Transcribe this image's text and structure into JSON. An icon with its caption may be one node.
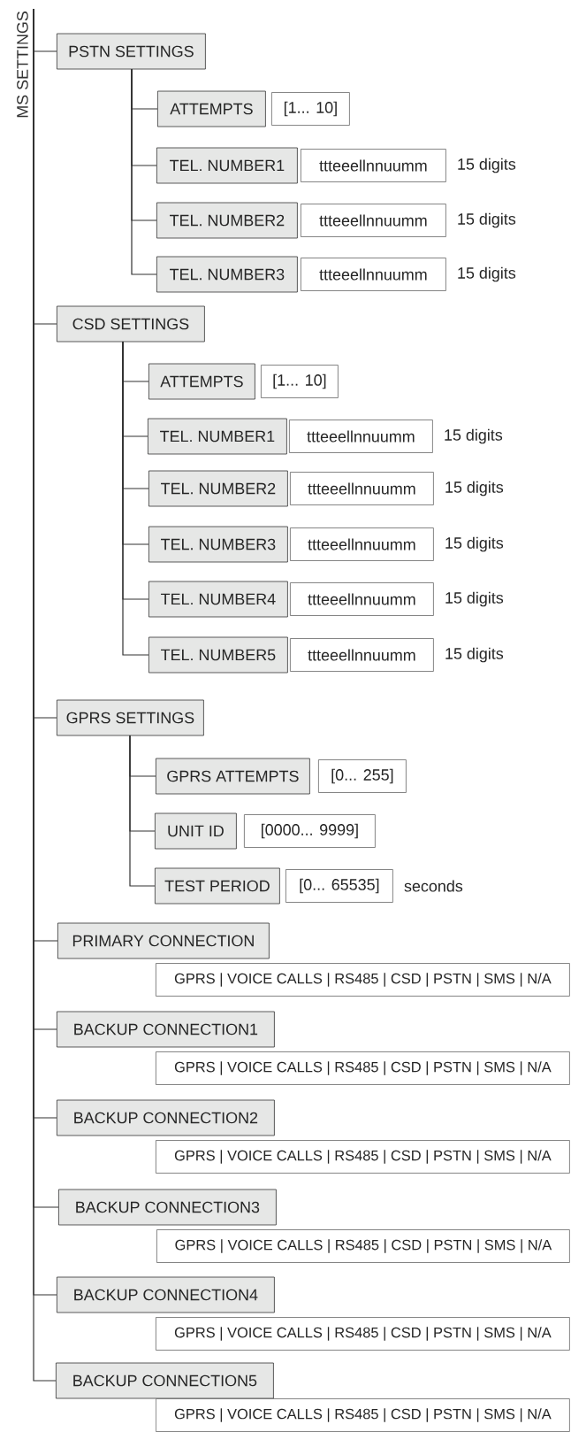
{
  "diagram": {
    "nodes": [
      {
        "text": [
          "MS SETTINGS"
        ]
      },
      {
        "text": [
          "PSTN SETTINGS"
        ]
      },
      {
        "text": [
          "ATTEMPTS"
        ]
      },
      {
        "text": [
          "[1... 10]"
        ]
      },
      {
        "text": [
          "TEL. NUMBER1"
        ]
      },
      {
        "text": [
          "ttteeellnnuumm"
        ],
        "beside": [
          "15 digits"
        ]
      },
      {
        "text": [
          "TEL. NUMBER2"
        ]
      },
      {
        "text": [
          "ttteeellnnuumm"
        ],
        "beside": [
          "15 digits"
        ]
      },
      {
        "text": [
          "TEL. NUMBER3"
        ]
      },
      {
        "text": [
          "ttteeellnnuumm"
        ],
        "beside": [
          "15 digits"
        ]
      },
      {
        "text": [
          "CSD SETTINGS"
        ]
      },
      {
        "text": [
          "ATTEMPTS"
        ]
      },
      {
        "text": [
          "[1... 10]"
        ]
      },
      {
        "text": [
          "TEL. NUMBER1"
        ]
      },
      {
        "text": [
          "ttteeellnnuumm"
        ],
        "beside": [
          "15 digits"
        ]
      },
      {
        "text": [
          "TEL. NUMBER2"
        ]
      },
      {
        "text": [
          "ttteeellnnuumm"
        ],
        "beside": [
          "15 digits"
        ]
      },
      {
        "text": [
          "TEL. NUMBER3"
        ]
      },
      {
        "text": [
          "ttteeellnnuumm"
        ],
        "beside": [
          "15 digits"
        ]
      },
      {
        "text": [
          "TEL. NUMBER4"
        ]
      },
      {
        "text": [
          "ttteeellnnuumm"
        ],
        "beside": [
          "15 digits"
        ]
      },
      {
        "text": [
          "TEL. NUMBER5"
        ]
      },
      {
        "text": [
          "ttteeellnnuumm"
        ],
        "beside": [
          "15 digits"
        ]
      },
      {
        "text": [
          "GPRS SETTINGS"
        ]
      },
      {
        "text": [
          "GPRS ATTEMPTS"
        ]
      },
      {
        "text": [
          "[0... 255]"
        ]
      },
      {
        "text": [
          "UNIT ID"
        ]
      },
      {
        "text": [
          "[0000... 9999]"
        ]
      },
      {
        "text": [
          "TEST PERIOD"
        ]
      },
      {
        "text": [
          "[0... 65535]"
        ],
        "beside": [
          "seconds"
        ]
      },
      {
        "text": [
          "PRIMARY CONNECTION"
        ]
      },
      {
        "text": [
          "GPRS | VOICE CALLS | RS485 | CSD | PSTN | SMS | N/A"
        ]
      },
      {
        "text": [
          "BACKUP CONNECTION1"
        ]
      },
      {
        "text": [
          "GPRS | VOICE CALLS | RS485 | CSD | PSTN | SMS | N/A"
        ]
      },
      {
        "text": [
          "BACKUP CONNECTION2"
        ]
      },
      {
        "text": [
          "GPRS | VOICE CALLS | RS485 | CSD | PSTN | SMS | N/A"
        ]
      },
      {
        "text": [
          "BACKUP CONNECTION3"
        ]
      },
      {
        "text": [
          "GPRS | VOICE CALLS | RS485 | CSD | PSTN | SMS | N/A"
        ]
      },
      {
        "text": [
          "BACKUP CONNECTION4"
        ]
      },
      {
        "text": [
          "GPRS | VOICE CALLS | RS485 | CSD | PSTN | SMS | N/A"
        ]
      },
      {
        "text": [
          "BACKUP CONNECTION5"
        ]
      },
      {
        "text": [
          "GPRS | VOICE CALLS | RS485 | CSD | PSTN | SMS | N/A"
        ]
      }
    ],
    "edges": [
      {
        "from": 0,
        "to": 1,
        "arrow": "none"
      },
      {
        "from": 1,
        "to": 2,
        "arrow": "none"
      },
      {
        "from": 1,
        "to": 4,
        "arrow": "none"
      },
      {
        "from": 1,
        "to": 6,
        "arrow": "none"
      },
      {
        "from": 1,
        "to": 8,
        "arrow": "none"
      },
      {
        "from": 0,
        "to": 10,
        "arrow": "none"
      },
      {
        "from": 10,
        "to": 11,
        "arrow": "none"
      },
      {
        "from": 10,
        "to": 13,
        "arrow": "none"
      },
      {
        "from": 10,
        "to": 15,
        "arrow": "none"
      },
      {
        "from": 10,
        "to": 17,
        "arrow": "none"
      },
      {
        "from": 10,
        "to": 19,
        "arrow": "none"
      },
      {
        "from": 10,
        "to": 21,
        "arrow": "none"
      },
      {
        "from": 0,
        "to": 23,
        "arrow": "none"
      },
      {
        "from": 23,
        "to": 24,
        "arrow": "none"
      },
      {
        "from": 23,
        "to": 26,
        "arrow": "none"
      },
      {
        "from": 23,
        "to": 28,
        "arrow": "none"
      },
      {
        "from": 0,
        "to": 30,
        "arrow": "none"
      },
      {
        "from": 0,
        "to": 32,
        "arrow": "none"
      },
      {
        "from": 0,
        "to": 34,
        "arrow": "none"
      },
      {
        "from": 0,
        "to": 36,
        "arrow": "none"
      },
      {
        "from": 0,
        "to": 38,
        "arrow": "none"
      },
      {
        "from": 0,
        "to": 40,
        "arrow": "none"
      }
    ]
  }
}
